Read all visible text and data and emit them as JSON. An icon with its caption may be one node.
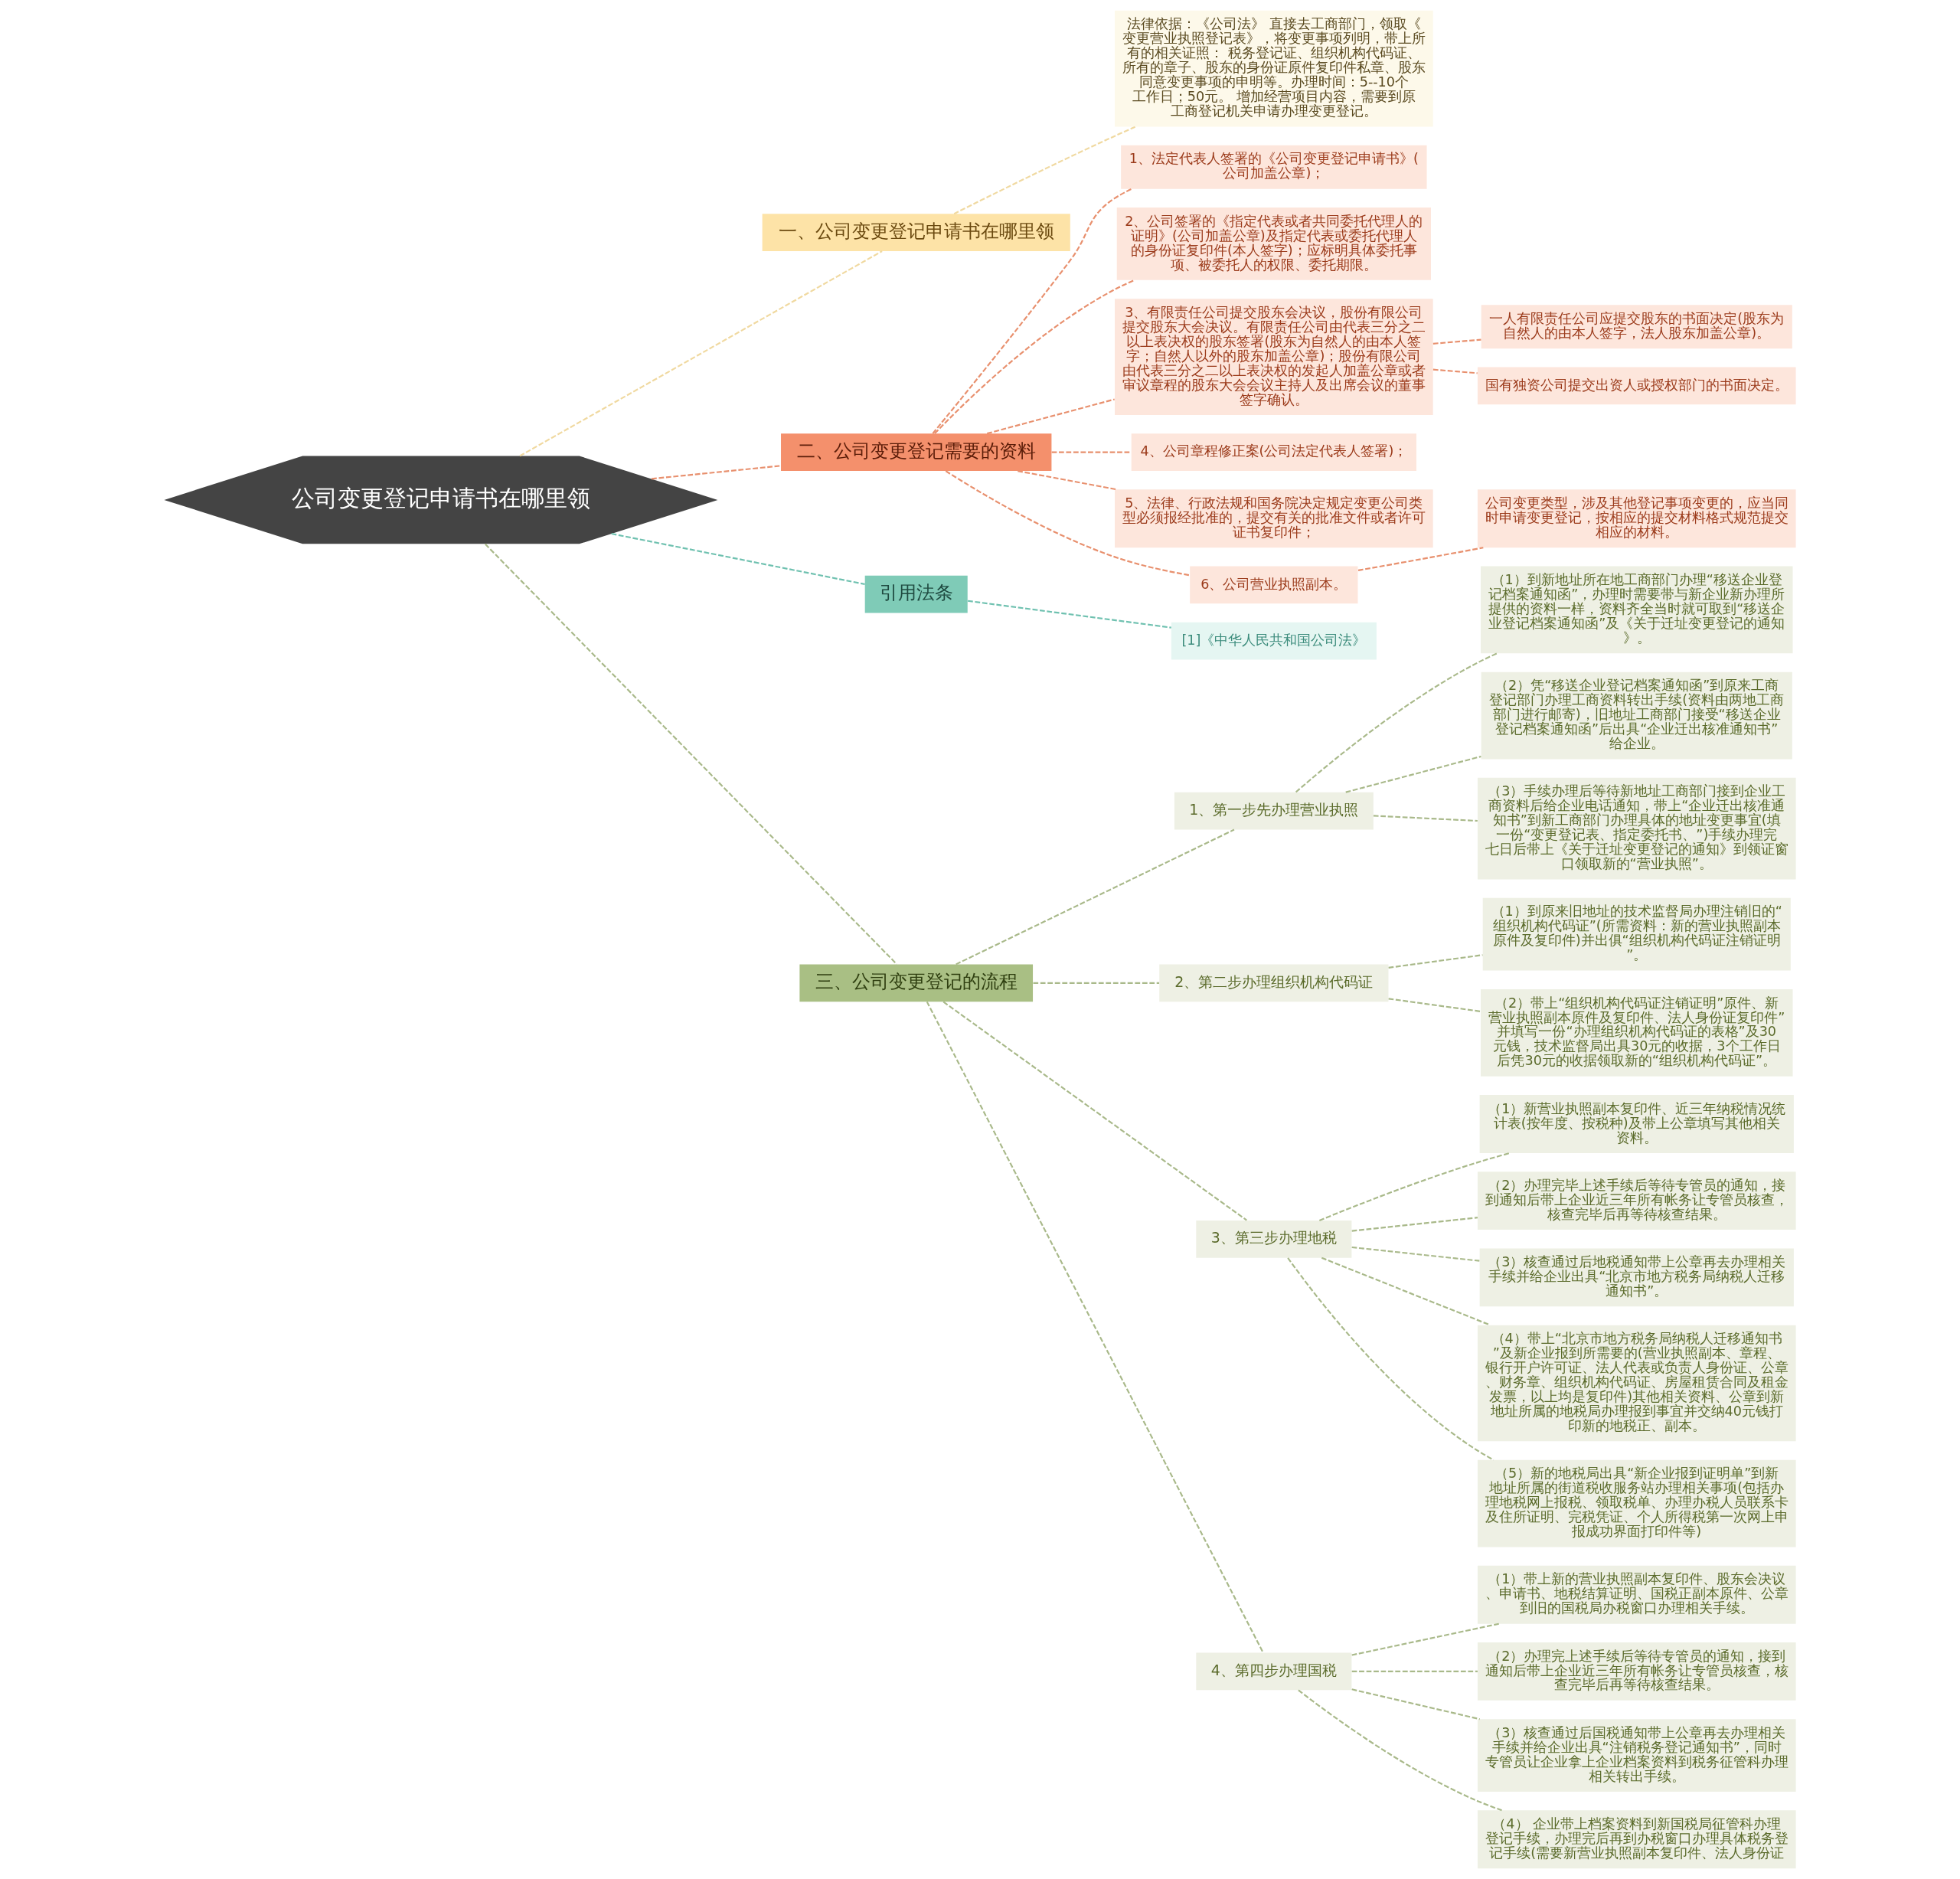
{
  "diagram": {
    "nodes": [
      {
        "text": [
          "公司变更登记申请书在哪里领"
        ]
      },
      {
        "text": [
          "一、公司变更登记申请书在哪里领"
        ]
      },
      {
        "text": [
          "法律依据：《公司法》 直接去工商部门，领取《变更营业执照登记表》，将变更事项列明，带上所有的相关证照： 税务登记证、组织机构代码证、所有的章子、股东的身份证原件复印件私章、股东同意变更事项的申明等。办理时间：5--10个工作日；50元。 增加经营项目内容，需要到原工商登记机关申请办理变更登记。"
        ]
      },
      {
        "text": [
          "二、公司变更登记需要的资料"
        ]
      },
      {
        "text": [
          "1、法定代表人签署的《公司变更登记申请书》(公司加盖公章)；"
        ]
      },
      {
        "text": [
          "2、公司签署的《指定代表或者共同委托代理人的证明》(公司加盖公章)及指定代表或委托代理人的身份证复印件(本人签字)；应标明具体委托事项、被委托人的权限、委托期限。"
        ]
      },
      {
        "text": [
          "3、有限责任公司提交股东会决议，股份有限公司提交股东大会决议。有限责任公司由代表三分之二以上表决权的股东签署(股东为自然人的由本人签字；自然人以外的股东加盖公章)；股份有限公司由代表三分之二以上表决权的发起人加盖公章或者审议章程的股东大会会议主持人及出席会议的董事签字确认。"
        ]
      },
      {
        "text": [
          "一人有限责任公司应提交股东的书面决定(股东为自然人的由本人签字，法人股东加盖公章)。"
        ]
      },
      {
        "text": [
          "国有独资公司提交出资人或授权部门的书面决定。"
        ]
      },
      {
        "text": [
          "4、公司章程修正案(公司法定代表人签署)；"
        ]
      },
      {
        "text": [
          "5、法律、行政法规和国务院决定规定变更公司类型必须报经批准的，提交有关的批准文件或者许可证书复印件；"
        ]
      },
      {
        "text": [
          "6、公司营业执照副本。"
        ]
      },
      {
        "text": [
          "公司变更类型，涉及其他登记事项变更的，应当同时申请变更登记，按相应的提交材料格式规范提交相应的材料。"
        ]
      },
      {
        "text": [
          "引用法条"
        ]
      },
      {
        "text": [
          "[1]《中华人民共和国公司法》"
        ]
      },
      {
        "text": [
          "三、公司变更登记的流程"
        ]
      },
      {
        "text": [
          "1、第一步先办理营业执照"
        ]
      },
      {
        "text": [
          "（1）到新地址所在地工商部门办理“移送企业登记档案通知函”，办理时需要带与新企业新办理所提供的资料一样，资料齐全当时就可取到“移送企业登记档案通知函”及《关于迁址变更登记的通知》。"
        ]
      },
      {
        "text": [
          "（2）凭“移送企业登记档案通知函”到原来工商登记部门办理工商资料转出手续(资料由两地工商部门进行邮寄)，旧地址工商部门接受“移送企业登记档案通知函”后出具“企业迁出核准通知书”给企业。"
        ]
      },
      {
        "text": [
          "（3）手续办理后等待新地址工商部门接到企业工商资料后给企业电话通知，带上“企业迁出核准通知书”到新工商部门办理具体的地址变更事宜(填一份“变更登记表、指定委托书、”)手续办理完七日后带上《关于迁址变更登记的通知》到领证窗口领取新的“营业执照”。"
        ]
      },
      {
        "text": [
          "2、第二步办理组织机构代码证"
        ]
      },
      {
        "text": [
          "（1）到原来旧地址的技术监督局办理注销旧的“组织机构代码证”(所需资料：新的营业执照副本原件及复印件)并出俱“组织机构代码证注销证明”。"
        ]
      },
      {
        "text": [
          "（2）带上“组织机构代码证注销证明”原件、新营业执照副本原件及复印件、法人身份证复印件”并填写一份“办理组织机构代码证的表格”及30元钱，技术监督局出具30元的收据，3个工作日后凭30元的收据领取新的“组织机构代码证”。"
        ]
      },
      {
        "text": [
          "3、第三步办理地税"
        ]
      },
      {
        "text": [
          "（1）新营业执照副本复印件、近三年纳税情况统计表(按年度、按税种)及带上公章填写其他相关资料。"
        ]
      },
      {
        "text": [
          "（2）办理完毕上述手续后等待专管员的通知，接到通知后带上企业近三年所有帐务让专管员核查，核查完毕后再等待核查结果。"
        ]
      },
      {
        "text": [
          "（3）核查通过后地税通知带上公章再去办理相关手续并给企业出具“北京市地方税务局纳税人迁移通知书”。"
        ]
      },
      {
        "text": [
          "（4）带上“北京市地方税务局纳税人迁移通知书”及新企业报到所需要的(营业执照副本、章程、银行开户许可证、法人代表或负责人身份证、公章、财务章、组织机构代码证、房屋租赁合同及租金发票，以上均是复印件)其他相关资料、公章到新地址所属的地税局办理报到事宜并交纳40元钱打印新的地税正、副本。"
        ]
      },
      {
        "text": [
          "（5）新的地税局出具“新企业报到证明单”到新地址所属的街道税收服务站办理相关事项(包括办理地税网上报税、领取税单、办理办税人员联系卡及住所证明、完税凭证、个人所得税第一次网上申报成功界面打印件等)"
        ]
      },
      {
        "text": [
          "4、第四步办理国税"
        ]
      },
      {
        "text": [
          "（1）带上新的营业执照副本复印件、股东会决议、申请书、地税结算证明、国税正副本原件、公章到旧的国税局办税窗口办理相关手续。"
        ]
      },
      {
        "text": [
          "（2）办理完上述手续后等待专管员的通知，接到通知后带上企业近三年所有帐务让专管员核查，核查完毕后再等待核查结果。"
        ]
      },
      {
        "text": [
          "（3）核查通过后国税通知带上公章再去办理相关手续并给企业出具“注销税务登记通知书”，同时专管员让企业拿上企业档案资料到税务征管科办理相关转出手续。"
        ]
      },
      {
        "text": [
          "（4） 企业带上档案资料到新国税局征管科办理登记手续，办理完后再到办税窗口办理具体税务登记手续(需要新营业执照副本复印件、法人身份证"
        ]
      }
    ],
    "edges": [
      {
        "from": 0,
        "to": 1,
        "arrow": "none",
        "style": "dashed",
        "color": "#f0d9a0"
      },
      {
        "from": 1,
        "to": 2,
        "arrow": "none",
        "style": "dashed",
        "color": "#f0d9a0"
      },
      {
        "from": 0,
        "to": 3,
        "arrow": "none",
        "style": "dashed",
        "color": "#e8906e"
      },
      {
        "from": 3,
        "to": 4,
        "arrow": "none",
        "style": "dashed",
        "color": "#e8906e"
      },
      {
        "from": 3,
        "to": 5,
        "arrow": "none",
        "style": "dashed",
        "color": "#e8906e"
      },
      {
        "from": 3,
        "to": 6,
        "arrow": "none",
        "style": "dashed",
        "color": "#e8906e"
      },
      {
        "from": 6,
        "to": 7,
        "arrow": "none",
        "style": "dashed",
        "color": "#e8906e"
      },
      {
        "from": 6,
        "to": 8,
        "arrow": "none",
        "style": "dashed",
        "color": "#e8906e"
      },
      {
        "from": 3,
        "to": 9,
        "arrow": "none",
        "style": "dashed",
        "color": "#e8906e"
      },
      {
        "from": 3,
        "to": 10,
        "arrow": "none",
        "style": "dashed",
        "color": "#e8906e"
      },
      {
        "from": 3,
        "to": 11,
        "arrow": "none",
        "style": "dashed",
        "color": "#e8906e"
      },
      {
        "from": 11,
        "to": 12,
        "arrow": "none",
        "style": "dashed",
        "color": "#e8906e"
      },
      {
        "from": 0,
        "to": 13,
        "arrow": "none",
        "style": "dashed",
        "color": "#6fc1b0"
      },
      {
        "from": 13,
        "to": 14,
        "arrow": "none",
        "style": "dashed",
        "color": "#6fc1b0"
      },
      {
        "from": 0,
        "to": 15,
        "arrow": "none",
        "style": "dashed"
      },
      {
        "from": 15,
        "to": 16,
        "arrow": "none",
        "style": "dashed"
      },
      {
        "from": 16,
        "to": 17,
        "arrow": "none",
        "style": "dashed"
      },
      {
        "from": 16,
        "to": 18,
        "arrow": "none",
        "style": "dashed"
      },
      {
        "from": 16,
        "to": 19,
        "arrow": "none",
        "style": "dashed"
      },
      {
        "from": 15,
        "to": 20,
        "arrow": "none",
        "style": "dashed"
      },
      {
        "from": 20,
        "to": 21,
        "arrow": "none",
        "style": "dashed"
      },
      {
        "from": 20,
        "to": 22,
        "arrow": "none",
        "style": "dashed"
      },
      {
        "from": 15,
        "to": 23,
        "arrow": "none",
        "style": "dashed"
      },
      {
        "from": 23,
        "to": 24,
        "arrow": "none",
        "style": "dashed"
      },
      {
        "from": 23,
        "to": 25,
        "arrow": "none",
        "style": "dashed"
      },
      {
        "from": 23,
        "to": 26,
        "arrow": "none",
        "style": "dashed"
      },
      {
        "from": 23,
        "to": 27,
        "arrow": "none",
        "style": "dashed"
      },
      {
        "from": 23,
        "to": 28,
        "arrow": "none",
        "style": "dashed"
      },
      {
        "from": 15,
        "to": 29,
        "arrow": "none",
        "style": "dashed"
      },
      {
        "from": 29,
        "to": 30,
        "arrow": "none",
        "style": "dashed"
      },
      {
        "from": 29,
        "to": 31,
        "arrow": "none",
        "style": "dashed"
      },
      {
        "from": 29,
        "to": 32,
        "arrow": "none",
        "style": "dashed"
      },
      {
        "from": 29,
        "to": 33,
        "arrow": "none",
        "style": "dashed"
      }
    ]
  }
}
